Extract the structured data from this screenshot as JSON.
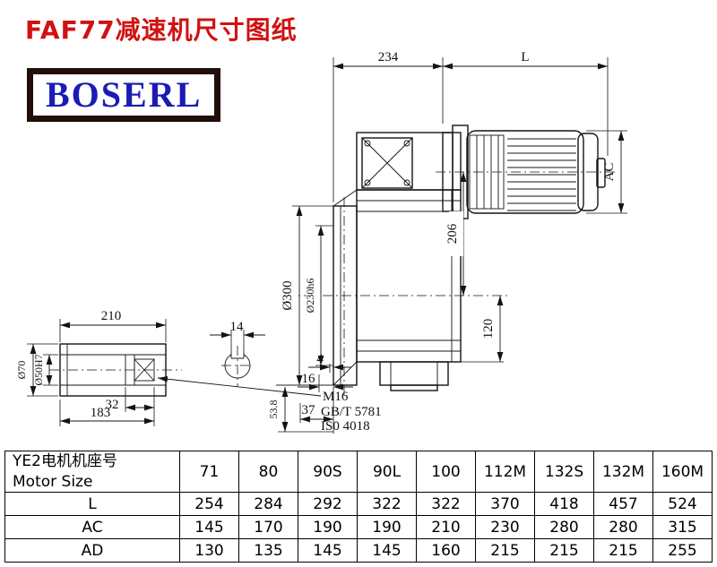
{
  "title": "FAF77减速机尺寸图纸",
  "logo": "BOSERL",
  "drawing": {
    "dims": {
      "width_234": "234",
      "motor_L": "L",
      "motor_AC": "AC",
      "height_206": "206",
      "flange_d300": "Ø300",
      "spigot_d230": "Ø230h6",
      "height_120": "120",
      "shaft_len_210": "210",
      "keyway_14": "14",
      "off_4": "4",
      "off_16": "16",
      "off_37": "37",
      "off_53_8": "53.8",
      "bore_32": "32",
      "bore_183": "183",
      "shaft_d70": "Ø70",
      "bore_d50": "Ø50H7",
      "thread_m16": "M16",
      "std_gb": "GB/T 5781",
      "std_iso": "IS0 4018"
    }
  },
  "table": {
    "header": {
      "line1": "YE2电机机座号",
      "line2": "Motor Size"
    },
    "columns": [
      "71",
      "80",
      "90S",
      "90L",
      "100",
      "112M",
      "132S",
      "132M",
      "160M"
    ],
    "rows": [
      {
        "label": "L",
        "values": [
          "254",
          "284",
          "292",
          "322",
          "322",
          "370",
          "418",
          "457",
          "524"
        ]
      },
      {
        "label": "AC",
        "values": [
          "145",
          "170",
          "190",
          "190",
          "210",
          "230",
          "280",
          "280",
          "315"
        ]
      },
      {
        "label": "AD",
        "values": [
          "130",
          "135",
          "145",
          "145",
          "160",
          "215",
          "215",
          "215",
          "255"
        ]
      }
    ]
  }
}
